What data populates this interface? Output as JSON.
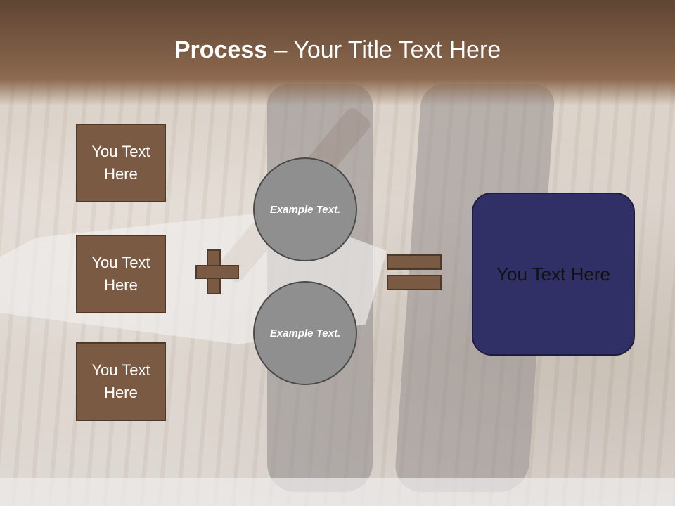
{
  "title": {
    "bold": "Process",
    "separator": " – ",
    "rest": "Your Title Text Here"
  },
  "left_boxes": [
    {
      "label": "You Text Here"
    },
    {
      "label": "You Text Here"
    },
    {
      "label": "You Text Here"
    }
  ],
  "circles": [
    {
      "label": "Example Text."
    },
    {
      "label": "Example Text."
    }
  ],
  "result": {
    "label": "You Text Here"
  },
  "colors": {
    "header_brown": "#7a5a43",
    "box_brown": "#7b5a43",
    "circle_gray": "#8f8f8f",
    "result_navy": "#303066"
  },
  "icons": {
    "operator_1": "plus-icon",
    "operator_2": "equals-icon"
  }
}
